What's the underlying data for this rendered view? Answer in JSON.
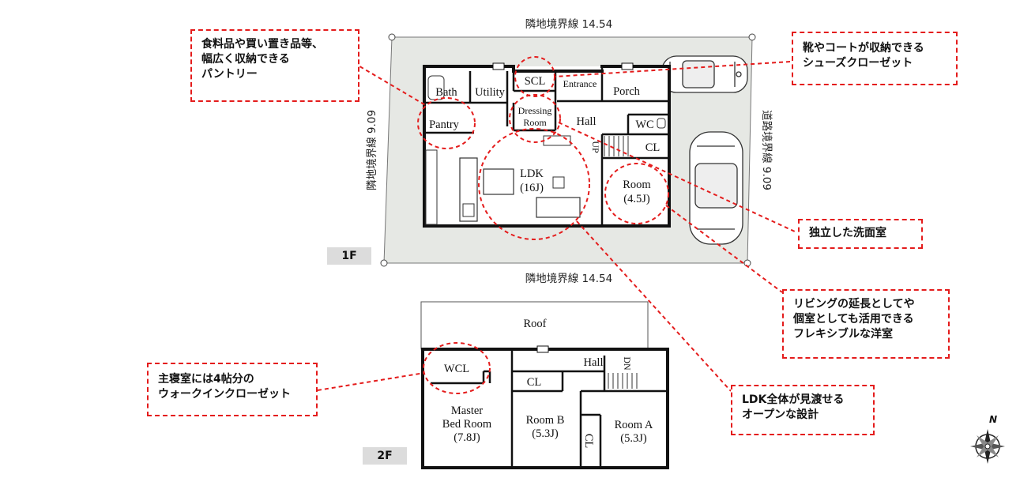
{
  "boundary": {
    "top": "隣地境界線 14.54",
    "bottom": "隣地境界線 14.54",
    "left": "隣地境界線 9.09",
    "right": "道路境界線 9.09"
  },
  "floors": {
    "first": "1F",
    "second": "2F"
  },
  "rooms_1f": {
    "bath": "Bath",
    "utility": "Utility",
    "scl": "SCL",
    "entrance": "Entrance",
    "porch": "Porch",
    "pantry": "Pantry",
    "dressing_1": "Dressing",
    "dressing_2": "Room",
    "hall": "Hall",
    "wc": "WC",
    "cl": "CL",
    "up": "UP",
    "ldk_1": "LDK",
    "ldk_2": "(16J)",
    "room_1": "Room",
    "room_2": "(4.5J)"
  },
  "rooms_2f": {
    "roof": "Roof",
    "wcl": "WCL",
    "hall": "Hall",
    "dn": "DN",
    "cl_1": "CL",
    "cl_2": "CL",
    "master_1": "Master",
    "master_2": "Bed Room",
    "master_3": "(7.8J)",
    "room_b_1": "Room B",
    "room_b_2": "(5.3J)",
    "room_a_1": "Room A",
    "room_a_2": "(5.3J)"
  },
  "callouts": {
    "pantry": [
      "食料品や買い置き品等、",
      "幅広く収納できる",
      "パントリー"
    ],
    "shoes": [
      "靴やコートが収納できる",
      "シューズクローゼット"
    ],
    "washroom": [
      "独立した洗面室"
    ],
    "flex_room": [
      "リビングの延長としてや",
      "個室としても活用できる",
      "フレキシブルな洋室"
    ],
    "ldk": [
      "LDK全体が見渡せる",
      "オープンな設計"
    ],
    "master": [
      "主寝室には4帖分の",
      "ウォークインクローゼット"
    ]
  },
  "compass": {
    "north": "N"
  },
  "colors": {
    "site_fill": "#e6e8e4",
    "highlight": "#e41c1c",
    "wall": "#111111",
    "badge": "#dcdcdc"
  }
}
